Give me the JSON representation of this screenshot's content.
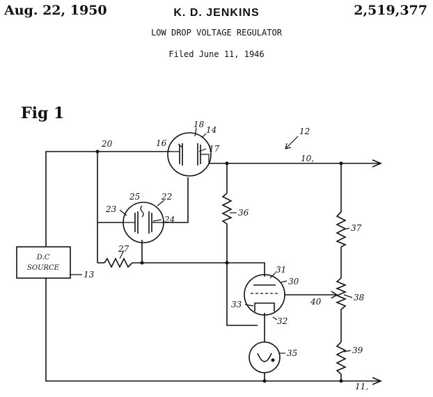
{
  "header": {
    "date": "Aug. 22, 1950",
    "inventor": "K. D. JENKINS",
    "patent_number": "2,519,377",
    "title": "LOW DROP VOLTAGE REGULATOR",
    "filed": "Filed June 11, 1946"
  },
  "figure": {
    "label": "Fig 1",
    "source_line1": "D.C",
    "source_line2": "SOURCE",
    "refs": {
      "r10": "10,",
      "r11": "11,",
      "r12": "12",
      "r13": "13",
      "r14": "14",
      "r16": "16",
      "r17": "17",
      "r18": "18",
      "r20": "20",
      "r22": "22",
      "r23": "23",
      "r24": "24",
      "r25": "25",
      "r27": "27",
      "r30": "30",
      "r31": "31",
      "r32": "32",
      "r33": "33",
      "r35": "35",
      "r36": "36",
      "r37": "37",
      "r38": "38",
      "r39": "39",
      "r40": "40"
    }
  }
}
